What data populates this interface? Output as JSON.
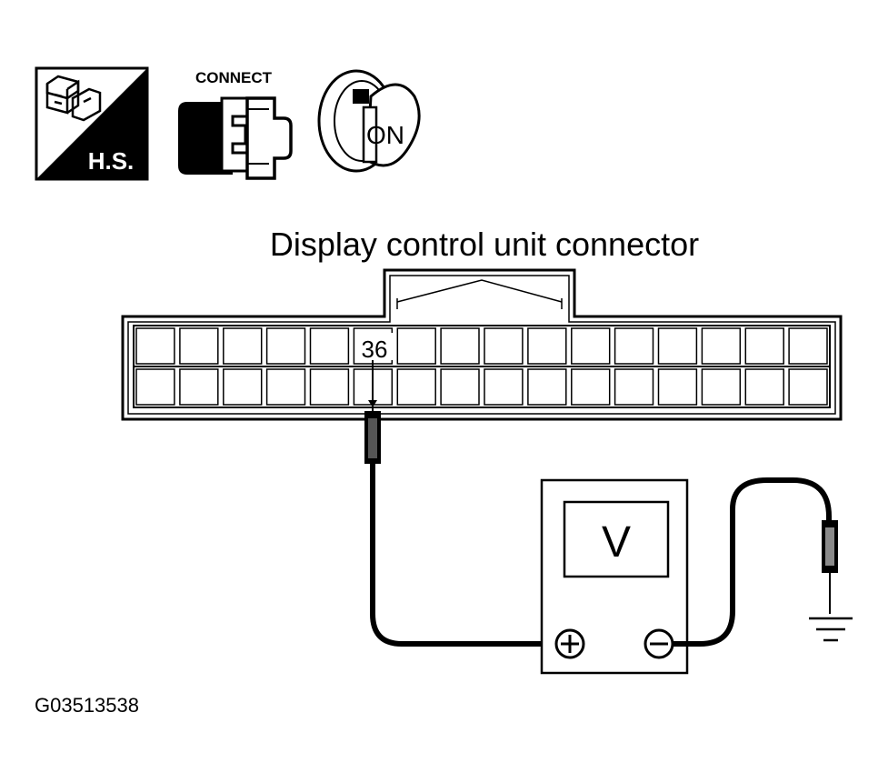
{
  "icons": {
    "harness_icon": {
      "name": "harness-disconnect-icon",
      "label": "H.S."
    },
    "connect_icon": {
      "name": "connector-connect-icon",
      "label": "CONNECT"
    },
    "ignition_icon": {
      "name": "ignition-key-icon",
      "label": "ON"
    }
  },
  "diagram": {
    "title": "Display control unit connector",
    "terminal": "36",
    "meter_label": "V",
    "plus_symbol": "+",
    "minus_symbol": "−",
    "figure_id": "G03513538"
  },
  "colors": {
    "ink": "#000000",
    "paper": "#ffffff",
    "grey": "#8a8a8a"
  }
}
